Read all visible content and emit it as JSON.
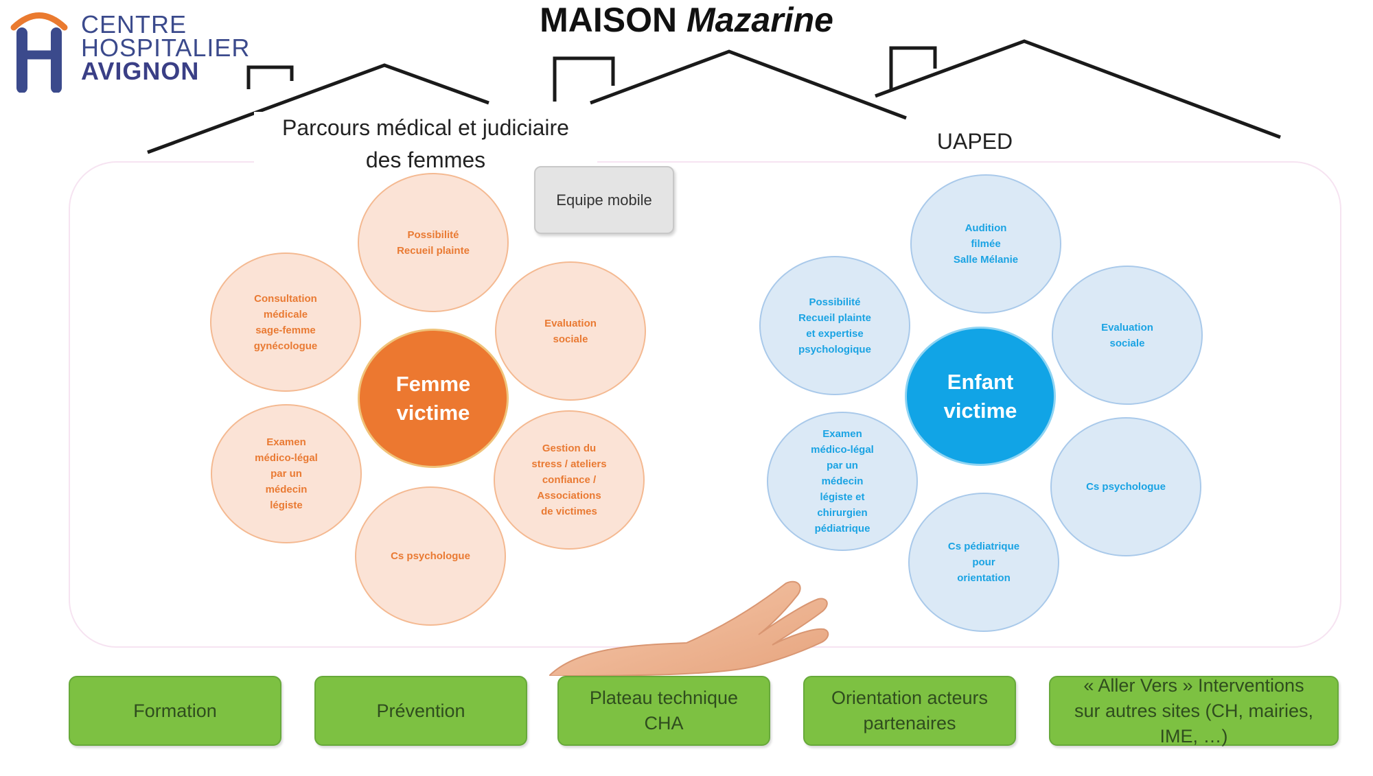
{
  "logo": {
    "line1": "CENTRE",
    "line2": "HOSPITALIER",
    "line3": "AVIGNON",
    "colors": {
      "blue": "#3b4a8c",
      "orange": "#ea7a2f"
    }
  },
  "title": {
    "part1": "MAISON ",
    "part2": "Mazarine"
  },
  "femmes": {
    "section_title_line1": "Parcours médical et judiciaire",
    "section_title_line2": "des femmes",
    "center": [
      "Femme",
      "victime"
    ],
    "satellites": [
      [
        "Possibilité",
        "Recueil plainte"
      ],
      [
        "Evaluation",
        "sociale"
      ],
      [
        "Gestion du",
        "stress / ateliers",
        "confiance /",
        "Associations",
        "de victimes"
      ],
      [
        "Cs psychologue"
      ],
      [
        "Examen",
        "médico-légal",
        "par un",
        "médecin",
        "légiste"
      ],
      [
        "Consultation",
        "médicale",
        "sage-femme",
        "gynécologue"
      ]
    ],
    "colors": {
      "center": "#ec7830",
      "satellite_fill": "#fbe3d6",
      "satellite_text": "#e97a33"
    }
  },
  "mobile": {
    "label": "Equipe mobile"
  },
  "uaped": {
    "section_title": "UAPED",
    "center": [
      "Enfant",
      "victime"
    ],
    "satellites": [
      [
        "Audition",
        "filmée",
        "Salle Mélanie"
      ],
      [
        "Evaluation",
        "sociale"
      ],
      [
        "Cs psychologue"
      ],
      [
        "Cs pédiatrique",
        "pour",
        "orientation"
      ],
      [
        "Examen",
        "médico-légal",
        "par un",
        "médecin",
        "légiste et",
        "chirurgien",
        "pédiatrique"
      ],
      [
        "Possibilité",
        "Recueil plainte",
        "et expertise",
        "psychologique"
      ]
    ],
    "colors": {
      "center": "#11a4e6",
      "satellite_fill": "#dbe9f6",
      "satellite_text": "#1aa3e3"
    }
  },
  "bottom": {
    "formation": "Formation",
    "prevention": "Prévention",
    "plateau": [
      "Plateau technique",
      "CHA"
    ],
    "orientation": [
      "Orientation acteurs",
      "partenaires"
    ],
    "aller": [
      "« Aller Vers » Interventions",
      "sur autres sites (CH, mairies,",
      "IME, …)"
    ],
    "color": "#7dc142"
  }
}
